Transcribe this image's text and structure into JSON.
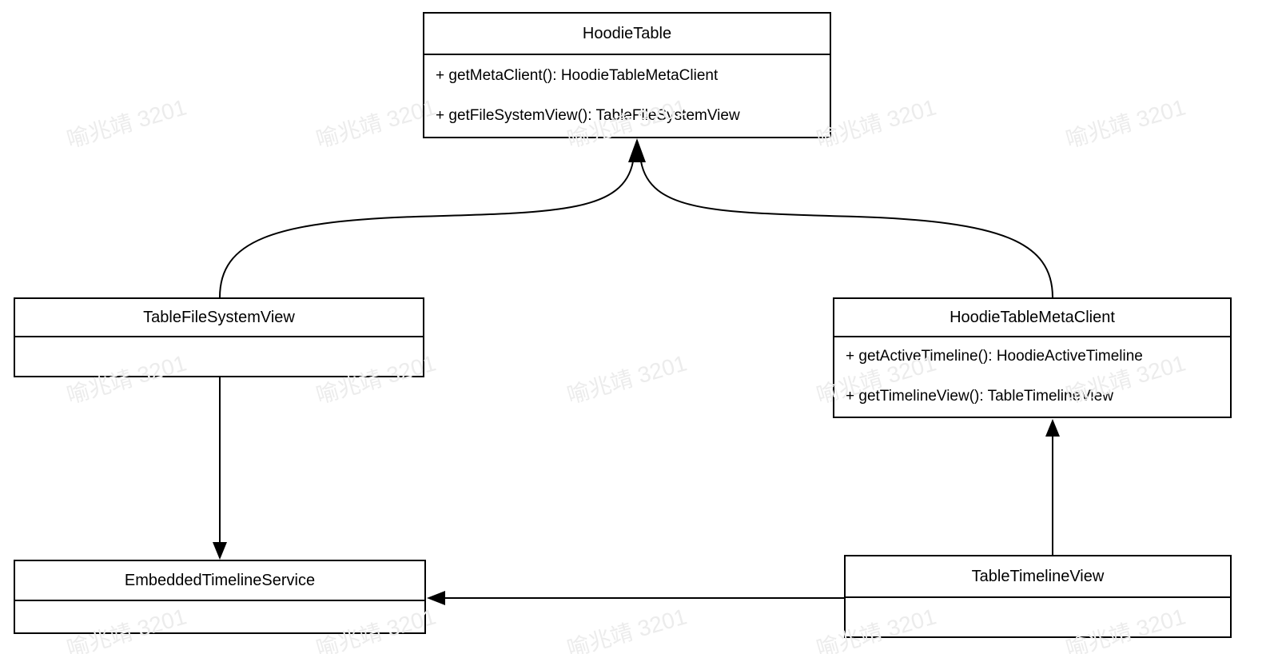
{
  "diagram": {
    "classes": [
      {
        "id": "hoodie-table",
        "name": "HoodieTable",
        "members": [
          "+ getMetaClient(): HoodieTableMetaClient",
          "+ getFileSystemView(): TableFileSystemView"
        ]
      },
      {
        "id": "table-file-system-view",
        "name": "TableFileSystemView",
        "members": []
      },
      {
        "id": "hoodie-table-meta-client",
        "name": "HoodieTableMetaClient",
        "members": [
          "+ getActiveTimeline(): HoodieActiveTimeline",
          "+ getTimelineView(): TableTimelineView"
        ]
      },
      {
        "id": "embedded-timeline-service",
        "name": "EmbeddedTimelineService",
        "members": []
      },
      {
        "id": "table-timeline-view",
        "name": "TableTimelineView",
        "members": []
      }
    ],
    "relations": [
      {
        "from": "TableFileSystemView",
        "to": "HoodieTable",
        "style": "curved",
        "arrow": "filled-triangle"
      },
      {
        "from": "HoodieTableMetaClient",
        "to": "HoodieTable",
        "style": "curved",
        "arrow": "filled-triangle"
      },
      {
        "from": "TableFileSystemView",
        "to": "EmbeddedTimelineService",
        "style": "straight",
        "arrow": "filled-triangle"
      },
      {
        "from": "TableTimelineView",
        "to": "HoodieTableMetaClient",
        "style": "straight",
        "arrow": "filled-triangle"
      },
      {
        "from": "TableTimelineView",
        "to": "EmbeddedTimelineService",
        "style": "straight",
        "arrow": "filled-triangle"
      }
    ],
    "watermark": {
      "text": "喻兆靖 3201",
      "color": "#ececec"
    },
    "colors": {
      "background": "#ffffff",
      "box_fill": "#ffffff",
      "line": "#000000",
      "text": "#000000"
    }
  }
}
